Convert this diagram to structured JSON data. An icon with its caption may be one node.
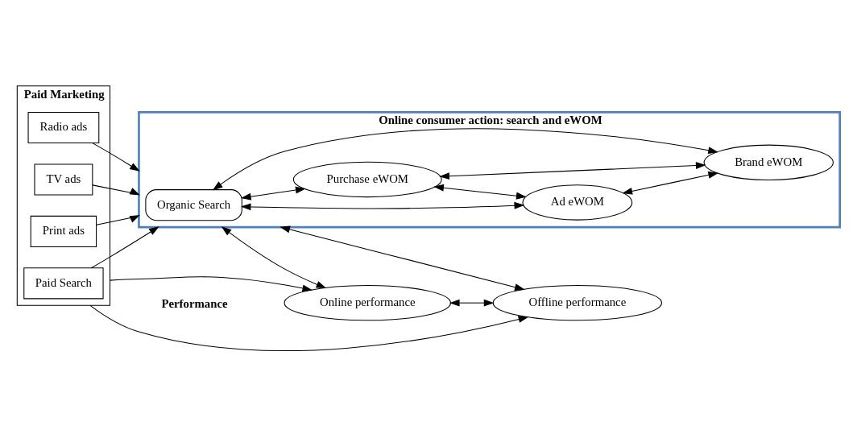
{
  "diagram": {
    "nodes": [
      {
        "text": [
          "Paid Marketing"
        ]
      },
      {
        "text": [
          "Paid Search"
        ],
        "in": 0
      },
      {
        "text": [
          "TV ads"
        ],
        "in": 0
      },
      {
        "text": [
          "Print ads"
        ],
        "in": 0
      },
      {
        "text": [
          "Radio ads"
        ],
        "in": 0
      },
      {
        "text": [
          "Online consumer action: search and eWOM"
        ]
      },
      {
        "text": [
          "Organic Search"
        ],
        "in": 5
      },
      {
        "text": [
          "Ad eWOM"
        ],
        "in": 5
      },
      {
        "text": [
          "Purchase eWOM"
        ],
        "in": 5
      },
      {
        "text": [
          "Brand eWOM"
        ],
        "in": 5
      },
      {
        "text": [
          "Online performance"
        ]
      },
      {
        "text": [
          "Offline performance"
        ]
      }
    ],
    "edges": [
      {
        "from": 1,
        "to": 5,
        "arrow": "to"
      },
      {
        "from": 2,
        "to": 5,
        "arrow": "to"
      },
      {
        "from": 3,
        "to": 5,
        "arrow": "to"
      },
      {
        "from": 4,
        "to": 5,
        "arrow": "to"
      },
      {
        "from": 6,
        "to": 7,
        "arrow": "both"
      },
      {
        "from": 6,
        "to": 8,
        "arrow": "both"
      },
      {
        "from": 6,
        "to": 9,
        "arrow": "both"
      },
      {
        "from": 8,
        "to": 7,
        "arrow": "both"
      },
      {
        "from": 7,
        "to": 9,
        "arrow": "both"
      },
      {
        "from": 8,
        "to": 9,
        "arrow": "both"
      },
      {
        "from": 5,
        "to": 10,
        "arrow": "both"
      },
      {
        "from": 5,
        "to": 11,
        "arrow": "both"
      },
      {
        "from": 10,
        "to": 11,
        "arrow": "both"
      },
      {
        "from": 0,
        "to": 10,
        "arrow": "to"
      },
      {
        "from": 0,
        "to": 11,
        "arrow": "to"
      }
    ],
    "labels": [
      "Performance"
    ]
  }
}
